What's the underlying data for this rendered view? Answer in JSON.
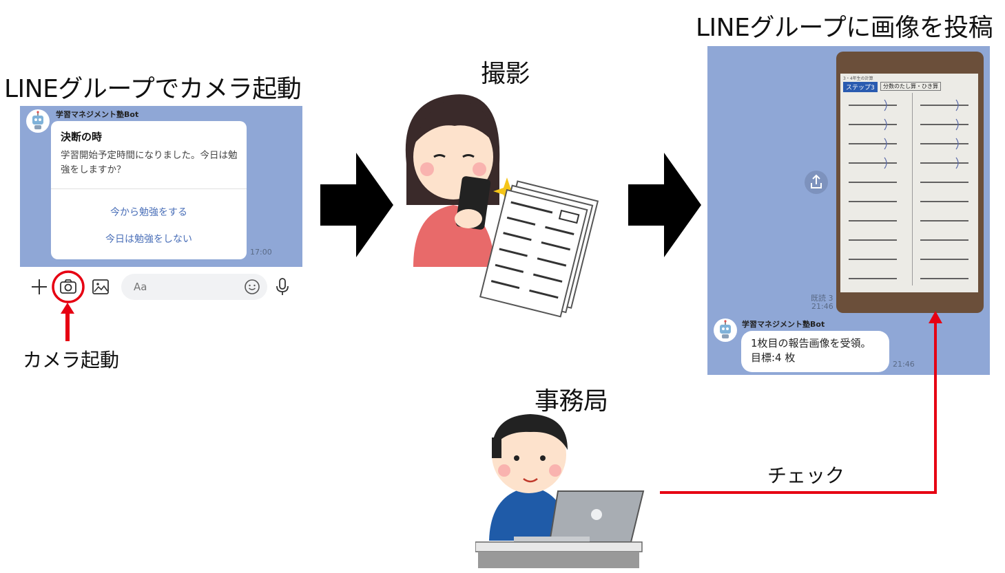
{
  "headings": {
    "left": "LINEグループでカメラ起動",
    "middle": "撮影",
    "right": "LINEグループに画像を投稿",
    "office": "事務局"
  },
  "left_chat": {
    "bot_name": "学習マネジメント塾Bot",
    "card_title": "決断の時",
    "card_body": "学習開始予定時間になりました。今日は勉強をしますか？",
    "action_1": "今から勉強をする",
    "action_2": "今日は勉強をしない",
    "time": "17:00"
  },
  "toolbar": {
    "input_placeholder": "Aa",
    "icons": [
      "plus-icon",
      "camera-icon",
      "image-icon",
      "emoji-icon",
      "mic-icon"
    ]
  },
  "labels": {
    "camera": "カメラ起動",
    "check": "チェック"
  },
  "right_chat": {
    "read_status": "既読 3",
    "photo_time": "21:46",
    "bot_name": "学習マネジメント塾Bot",
    "reply_line_1": "1枚目の報告画像を受領。",
    "reply_line_2": "目標:4 枚",
    "reply_time": "21:46"
  },
  "worksheet": {
    "header": "ステップ3",
    "subtitle": "分数のたし算・ひき算",
    "corner": "3・4年生の計算"
  },
  "colors": {
    "chat_bg": "#8fa7d6",
    "highlight": "#e60012",
    "link": "#4a6fb8"
  }
}
